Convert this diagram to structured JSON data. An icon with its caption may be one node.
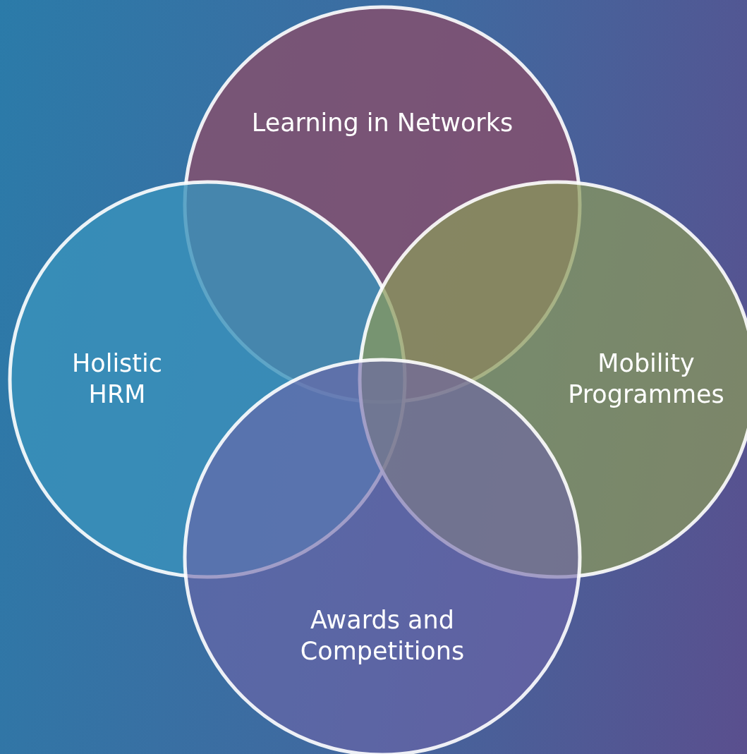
{
  "diagram": {
    "nodes": [
      {
        "text": [
          "Learning in Networks"
        ]
      },
      {
        "text": [
          "Holistic HRM"
        ]
      },
      {
        "text": [
          "Mobility Programmes"
        ]
      },
      {
        "text": [
          "Awards and Competitions"
        ]
      }
    ]
  }
}
